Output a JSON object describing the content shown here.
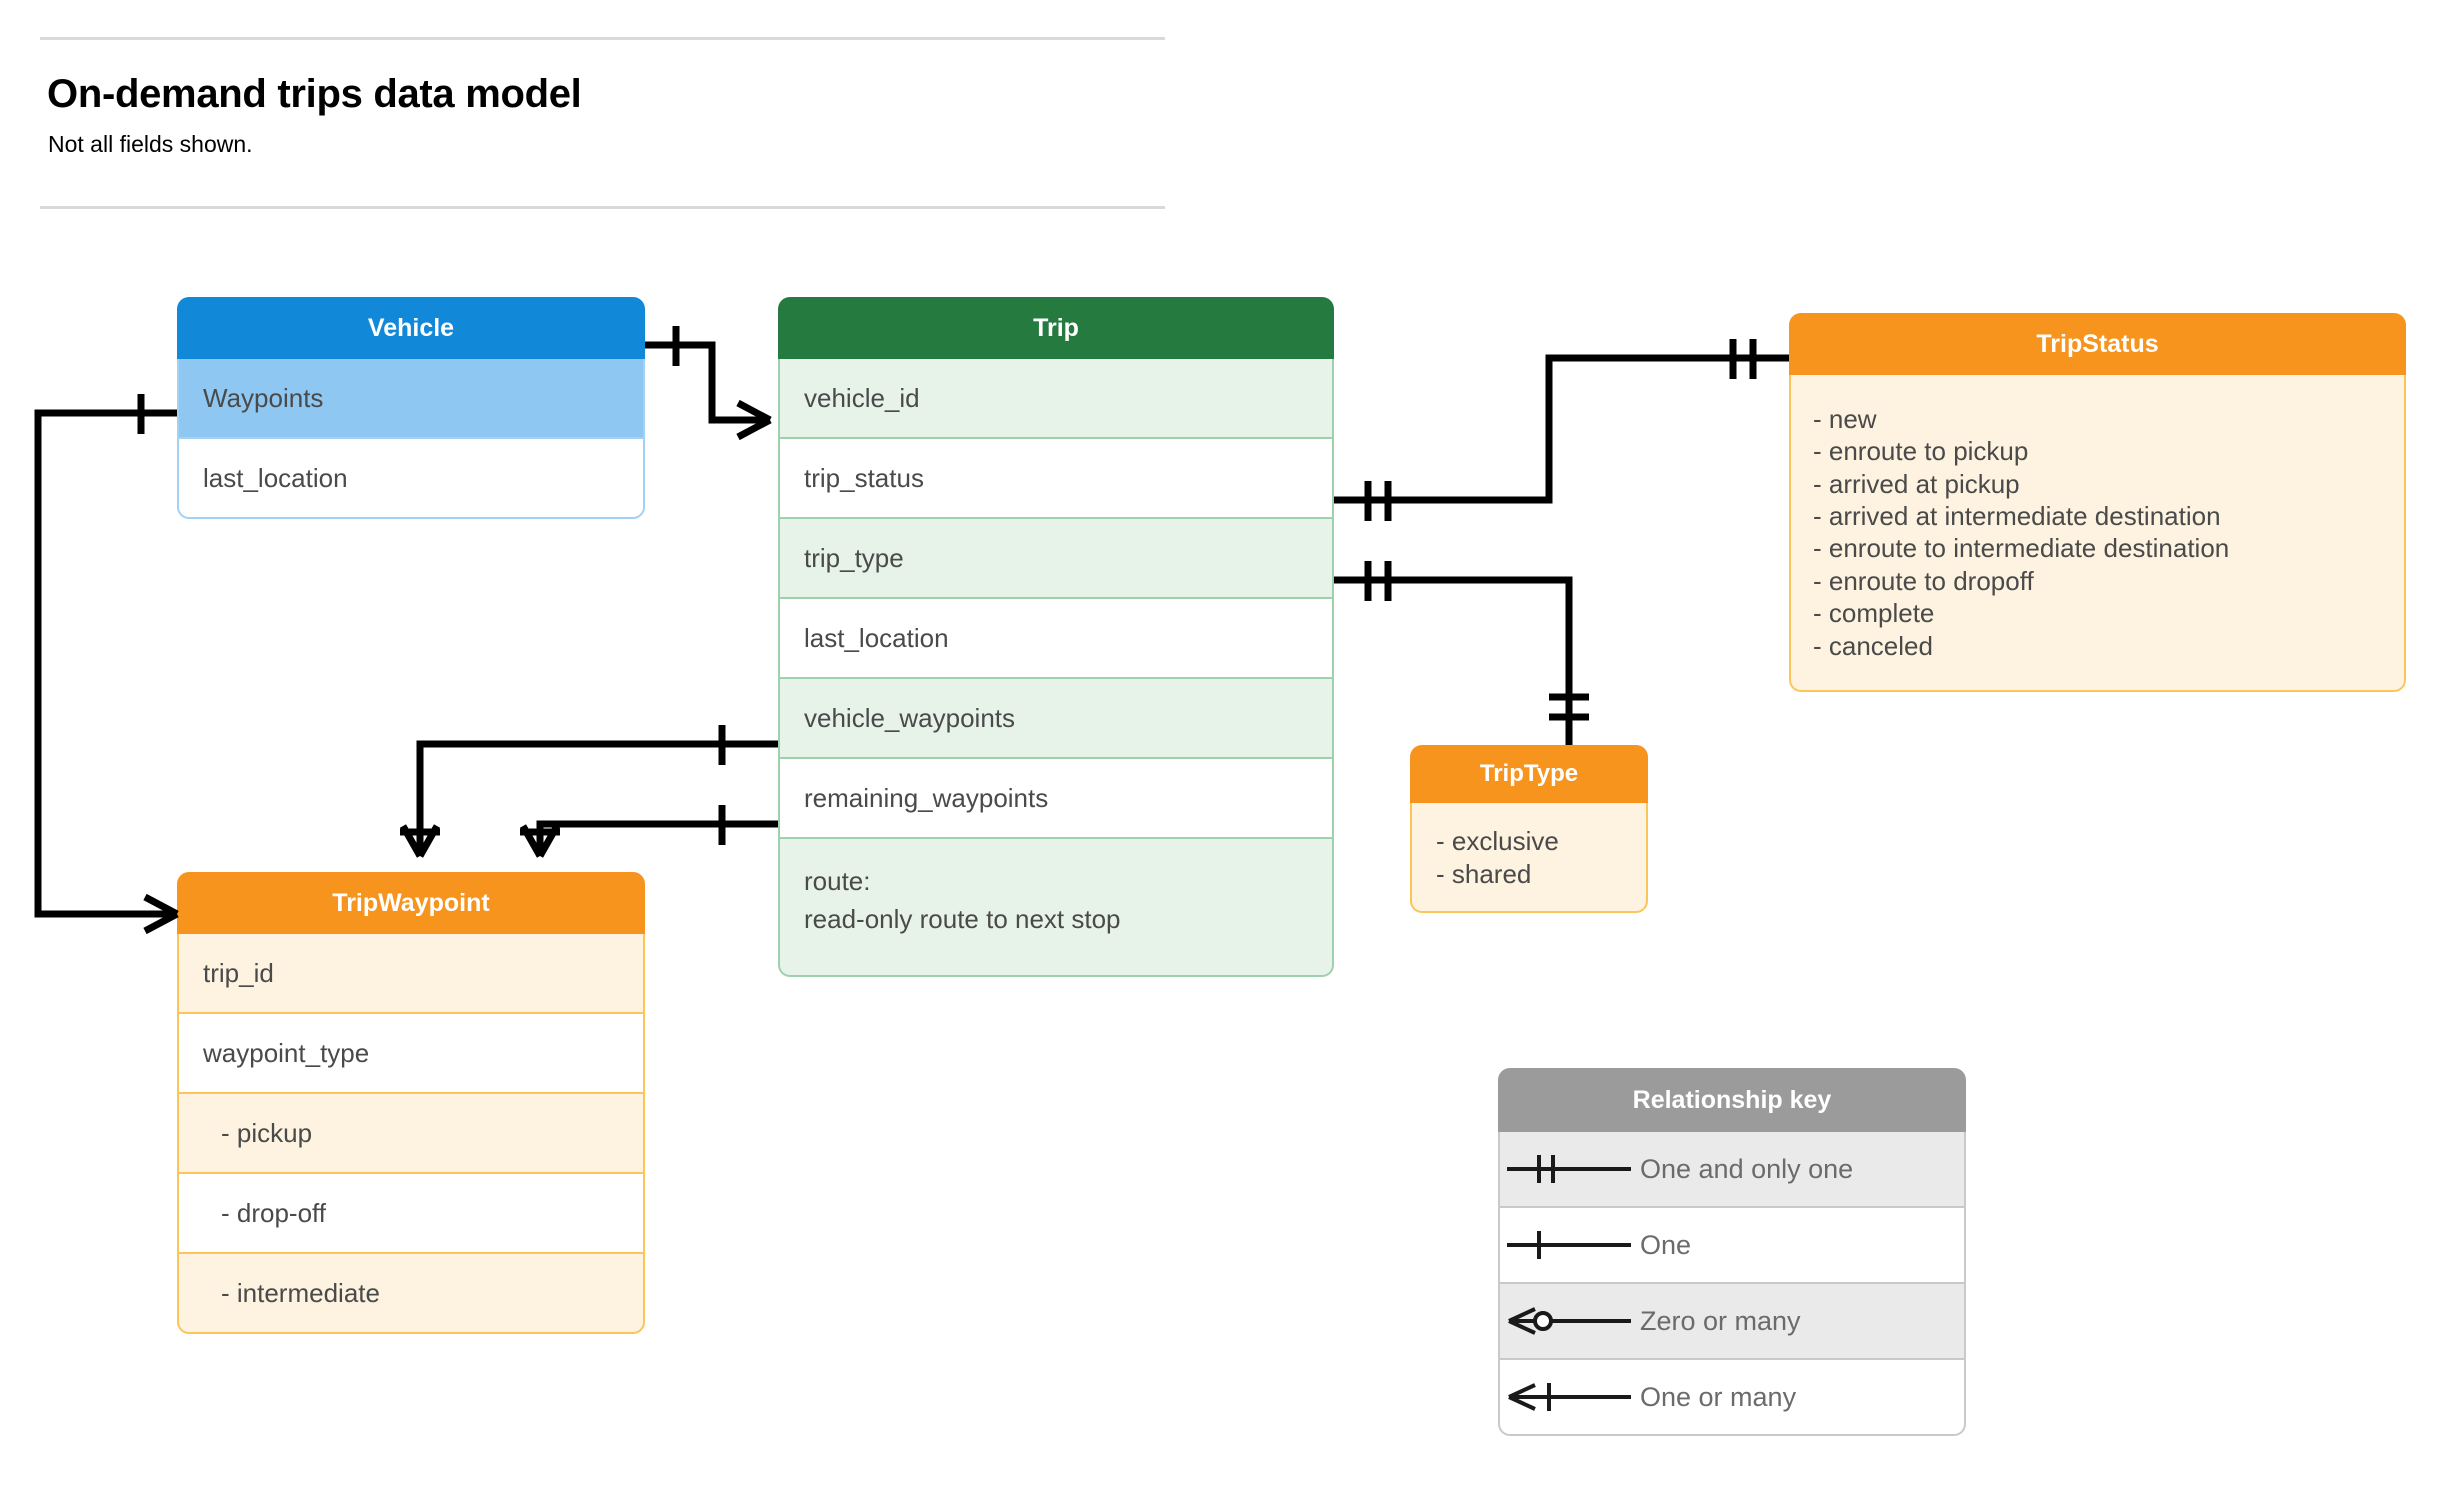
{
  "header": {
    "title": "On-demand trips data model",
    "subtitle": "Not all fields shown."
  },
  "entities": {
    "vehicle": {
      "name": "Vehicle",
      "header_color": "#1289d8",
      "fields": [
        {
          "label": "Waypoints"
        },
        {
          "label": "last_location"
        }
      ]
    },
    "trip": {
      "name": "Trip",
      "header_color": "#257a40",
      "fields": [
        {
          "label": "vehicle_id"
        },
        {
          "label": "trip_status"
        },
        {
          "label": "trip_type"
        },
        {
          "label": "last_location"
        },
        {
          "label": "vehicle_waypoints"
        },
        {
          "label": "remaining_waypoints"
        }
      ],
      "route_field": {
        "label": "route:",
        "description": "read-only route to next stop"
      }
    },
    "trip_status": {
      "name": "TripStatus",
      "header_color": "#f7941e",
      "values": [
        "- new",
        "- enroute to pickup",
        "- arrived at pickup",
        "- arrived at intermediate destination",
        "- enroute to intermediate destination",
        "- enroute to dropoff",
        "- complete",
        "- canceled"
      ]
    },
    "trip_type": {
      "name": "TripType",
      "header_color": "#f7941e",
      "values": [
        "- exclusive",
        "- shared"
      ]
    },
    "trip_waypoint": {
      "name": "TripWaypoint",
      "header_color": "#f7941e",
      "fields": [
        {
          "label": "trip_id"
        },
        {
          "label": "waypoint_type"
        }
      ],
      "waypoint_types": [
        "-  pickup",
        "-  drop-off",
        "-  intermediate"
      ]
    }
  },
  "legend": {
    "title": "Relationship key",
    "rows": [
      {
        "symbol": "one-and-only-one-symbol",
        "label": "One and only one"
      },
      {
        "symbol": "one-symbol",
        "label": "One"
      },
      {
        "symbol": "zero-or-many-symbol",
        "label": "Zero or many"
      },
      {
        "symbol": "one-or-many-symbol",
        "label": "One or many"
      }
    ]
  },
  "relationships": [
    {
      "from": "Vehicle",
      "from_cardinality": "One",
      "to": "Trip.vehicle_id",
      "to_cardinality": "Zero or many"
    },
    {
      "from": "Vehicle.Waypoints",
      "from_cardinality": "One",
      "to": "TripWaypoint",
      "to_cardinality": "Zero or many"
    },
    {
      "from": "Trip.trip_status",
      "from_cardinality": "One and only one",
      "to": "TripStatus",
      "to_cardinality": "One and only one"
    },
    {
      "from": "Trip.trip_type",
      "from_cardinality": "One and only one",
      "to": "TripType",
      "to_cardinality": "One and only one"
    },
    {
      "from": "Trip.vehicle_waypoints",
      "from_cardinality": "One",
      "to": "TripWaypoint",
      "to_cardinality": "One or many"
    },
    {
      "from": "Trip.remaining_waypoints",
      "from_cardinality": "One",
      "to": "TripWaypoint",
      "to_cardinality": "One or many"
    }
  ]
}
